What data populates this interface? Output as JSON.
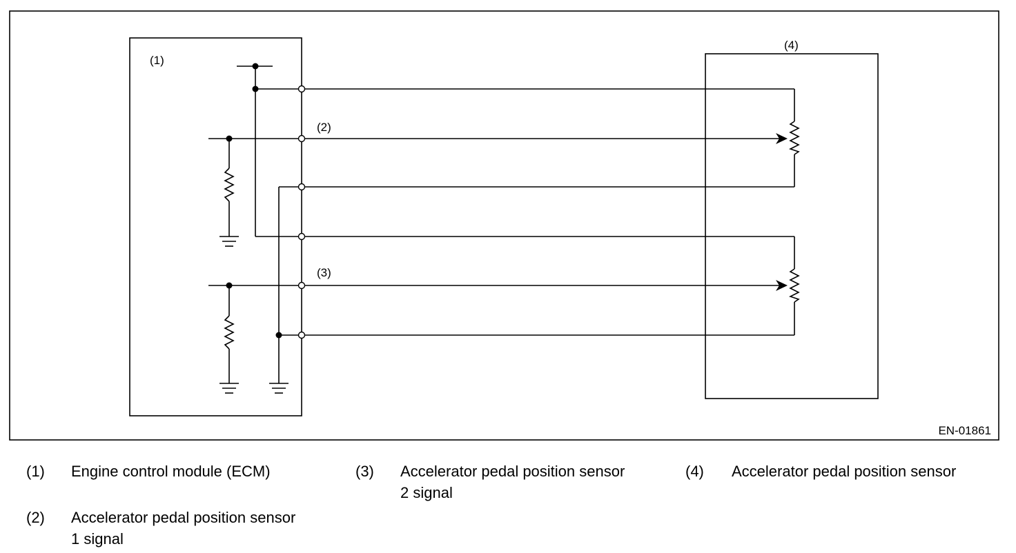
{
  "diagram": {
    "callouts": {
      "ecm": "(1)",
      "sensor1": "(2)",
      "sensor2": "(3)",
      "pedal_unit": "(4)"
    },
    "code": "EN-01861"
  },
  "legend": [
    {
      "num": "(1)",
      "line1": "Engine control module (ECM)",
      "line2": ""
    },
    {
      "num": "(2)",
      "line1": "Accelerator pedal position sensor",
      "line2": "1 signal"
    },
    {
      "num": "(3)",
      "line1": "Accelerator pedal position sensor",
      "line2": "2 signal"
    },
    {
      "num": "(4)",
      "line1": "Accelerator pedal position sensor",
      "line2": ""
    }
  ]
}
